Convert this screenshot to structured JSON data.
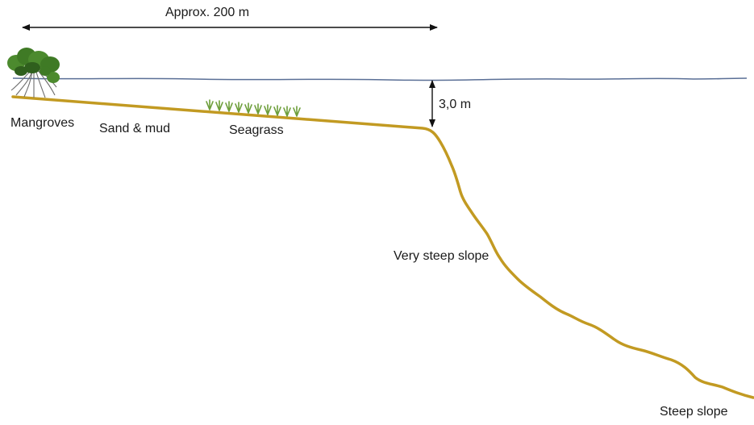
{
  "labels": {
    "distance": "Approx. 200 m",
    "depth": "3,0 m",
    "mangroves": "Mangroves",
    "sand_mud": "Sand & mud",
    "seagrass": "Seagrass",
    "very_steep_slope": "Very steep slope",
    "steep_slope": "Steep slope"
  },
  "colors": {
    "seabed": "#c29a22",
    "water_line": "#5a6f96",
    "arrow": "#111111",
    "mangrove_canopy": "#4c8a2e",
    "mangrove_canopy_dark": "#2f5f1d",
    "mangrove_roots": "#6d6d6d",
    "seagrass": "#6d9e3a"
  },
  "icons": {
    "mangrove": "mangrove-tree-icon",
    "seagrass": "seagrass-clump-icon"
  }
}
